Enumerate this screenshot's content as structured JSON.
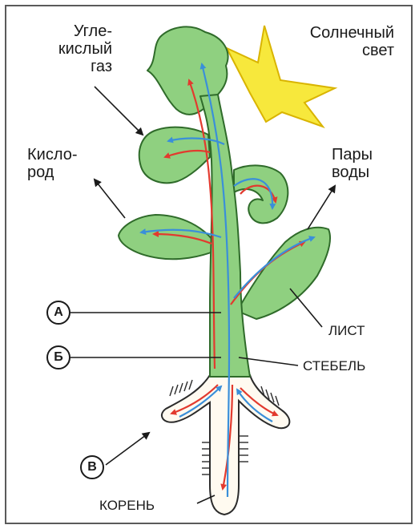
{
  "labels": {
    "co2": [
      "Угле-",
      "кислый",
      "газ"
    ],
    "sunlight": [
      "Солнечный",
      "свет"
    ],
    "oxygen": [
      "Кисло-",
      "род"
    ],
    "water_vapor": [
      "Пары",
      "воды"
    ],
    "leaf": "ЛИСТ",
    "stem": "СТЕБЕЛЬ",
    "root": "КОРЕНЬ"
  },
  "markers": {
    "a": "А",
    "b": "Б",
    "v": "В"
  },
  "colors": {
    "leaf_fill": "#8fd080",
    "leaf_stroke": "#2f6b2a",
    "root_fill": "#fffaf0",
    "sun": "#f7e83c",
    "sun_stroke": "#d9b400",
    "red_flow": "#e23a2e",
    "blue_flow": "#3a8fd9",
    "frame": "#5a5a5a"
  },
  "icons": [
    "sun-icon",
    "plant-icon",
    "root-hairs-icon"
  ]
}
